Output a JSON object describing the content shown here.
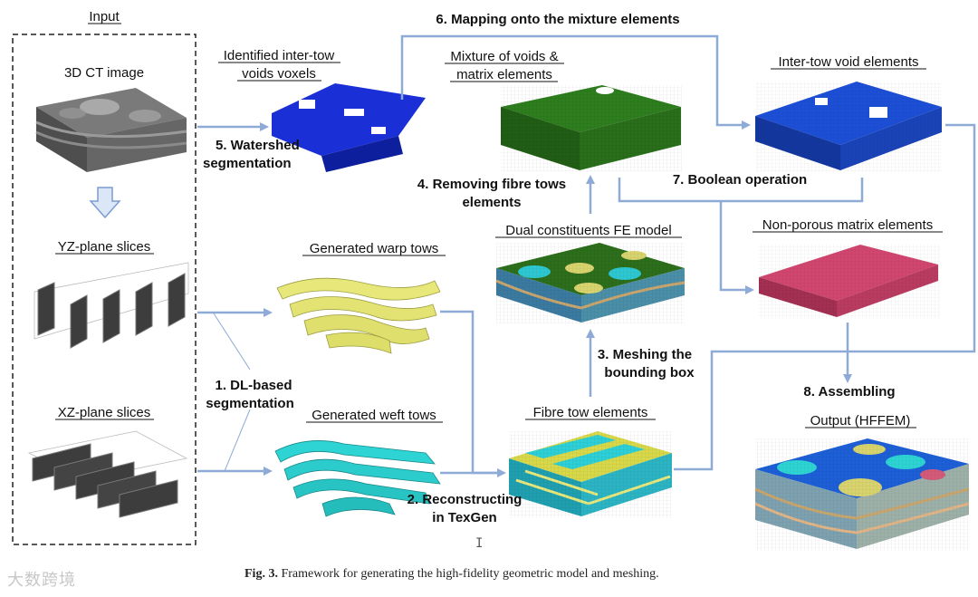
{
  "input_box": {
    "title": "Input",
    "ct_label": "3D CT image",
    "yz_label": "YZ-plane slices",
    "xz_label": "XZ-plane slices"
  },
  "nodes": {
    "voids_voxels": [
      "Identified inter-tow",
      "voids voxels"
    ],
    "mixture": [
      "Mixture of voids &",
      "matrix elements"
    ],
    "intertow_void": "Inter-tow void elements",
    "dual_fe": "Dual constituents FE model",
    "nonporous": "Non-porous matrix elements",
    "warp": "Generated warp tows",
    "weft": "Generated weft tows",
    "fibre_tow": "Fibre tow elements",
    "output": "Output (HFFEM)"
  },
  "steps": {
    "s1": [
      "1. DL-based",
      "segmentation"
    ],
    "s2": [
      "2. Reconstructing",
      "in TexGen"
    ],
    "s3": [
      "3. Meshing the",
      "bounding box"
    ],
    "s4": [
      "4. Removing fibre tows",
      "elements"
    ],
    "s5": [
      "5. Watershed",
      "segmentation"
    ],
    "s6": "6. Mapping onto the mixture elements",
    "s7": "7. Boolean operation",
    "s8": "8. Assembling"
  },
  "caption": {
    "fig": "Fig. 3.",
    "text": "Framework for generating the high-fidelity geometric model and meshing."
  },
  "watermark": "大数跨境",
  "colors": {
    "arrow": "#8eaad6",
    "void_blue": "#1a2fd6",
    "matrix_green": "#2e7d1e",
    "pink": "#d0466f",
    "warp_yellow": "#e8e87a",
    "weft_cyan": "#2ed4d4",
    "ct_gray": "#5a5a5a"
  }
}
